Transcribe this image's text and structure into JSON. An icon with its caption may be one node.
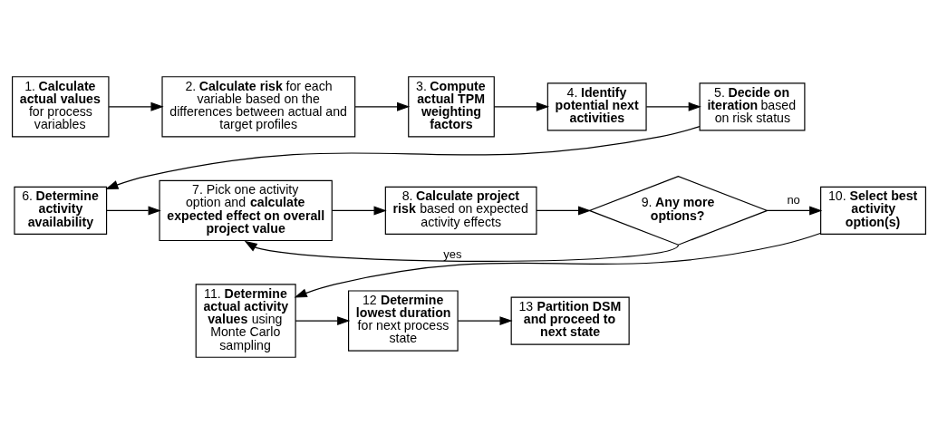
{
  "diagram": {
    "nodes": [
      {
        "text": [
          "1. **Calculate actual values** for process variables"
        ]
      },
      {
        "text": [
          "2. **Calculate risk** for each variable based on the differences between actual and target profiles"
        ]
      },
      {
        "text": [
          "3. **Compute actual TPM weighting factors**"
        ]
      },
      {
        "text": [
          "4. **Identify potential next activities**"
        ]
      },
      {
        "text": [
          "5. **Decide on iteration** based on risk status"
        ]
      },
      {
        "text": [
          "6. **Determine activity availability**"
        ]
      },
      {
        "text": [
          "7. Pick one activity option and **calculate expected effect on overall project value**"
        ]
      },
      {
        "text": [
          "8. **Calculate project risk** based on expected activity effects"
        ]
      },
      {
        "text": [
          "9. **Any more options?**"
        ]
      },
      {
        "text": [
          "10. **Select best activity option(s)**"
        ]
      },
      {
        "text": [
          "11. **Determine actual activity values** using Monte Carlo sampling"
        ]
      },
      {
        "text": [
          "12 **Determine lowest duration** for next process state"
        ]
      },
      {
        "text": [
          "13 **Partition DSM and proceed to next state**"
        ]
      }
    ],
    "edges": [
      {
        "from": 0,
        "to": 1,
        "arrow": "to"
      },
      {
        "from": 1,
        "to": 2,
        "arrow": "to"
      },
      {
        "from": 2,
        "to": 3,
        "arrow": "to"
      },
      {
        "from": 3,
        "to": 4,
        "arrow": "to"
      },
      {
        "from": 4,
        "to": 5,
        "arrow": "to"
      },
      {
        "from": 5,
        "to": 6,
        "arrow": "to"
      },
      {
        "from": 6,
        "to": 7,
        "arrow": "to"
      },
      {
        "from": 7,
        "to": 8,
        "arrow": "to"
      },
      {
        "from": 8,
        "to": 9,
        "arrow": "to",
        "label": "no"
      },
      {
        "from": 8,
        "to": 6,
        "arrow": "to",
        "label": "yes"
      },
      {
        "from": 9,
        "to": 10,
        "arrow": "to"
      },
      {
        "from": 10,
        "to": 11,
        "arrow": "to"
      },
      {
        "from": 11,
        "to": 12,
        "arrow": "to"
      }
    ]
  }
}
